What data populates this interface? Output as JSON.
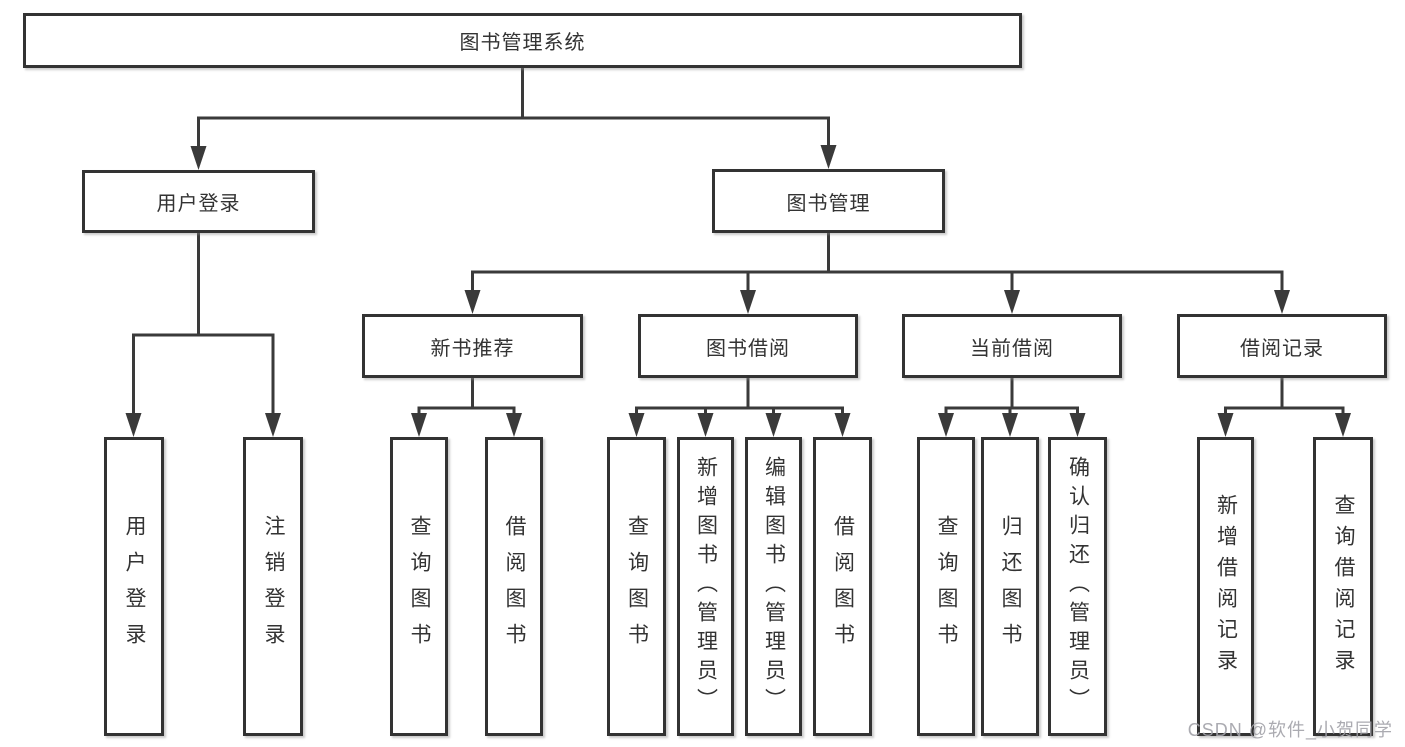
{
  "diagram": {
    "root": {
      "label": "图书管理系统"
    },
    "level2": [
      {
        "label": "用户登录"
      },
      {
        "label": "图书管理"
      }
    ],
    "level3": [
      {
        "label": "新书推荐"
      },
      {
        "label": "图书借阅"
      },
      {
        "label": "当前借阅"
      },
      {
        "label": "借阅记录"
      }
    ],
    "leaves": [
      {
        "label": "用户登录"
      },
      {
        "label": "注销登录"
      },
      {
        "label": "查询图书"
      },
      {
        "label": "借阅图书"
      },
      {
        "label": "查询图书"
      },
      {
        "label": "新增图书（管理员）"
      },
      {
        "label": "编辑图书（管理员）"
      },
      {
        "label": "借阅图书"
      },
      {
        "label": "查询图书"
      },
      {
        "label": "归还图书"
      },
      {
        "label": "确认归还（管理员）"
      },
      {
        "label": "新增借阅记录"
      },
      {
        "label": "查询借阅记录"
      }
    ]
  },
  "colors": {
    "line": "#3a3a3a",
    "border": "#333333",
    "text": "#333333",
    "watermark": "#a2a2a8"
  },
  "watermark": {
    "text": "CSDN @软件_小贺同学"
  }
}
